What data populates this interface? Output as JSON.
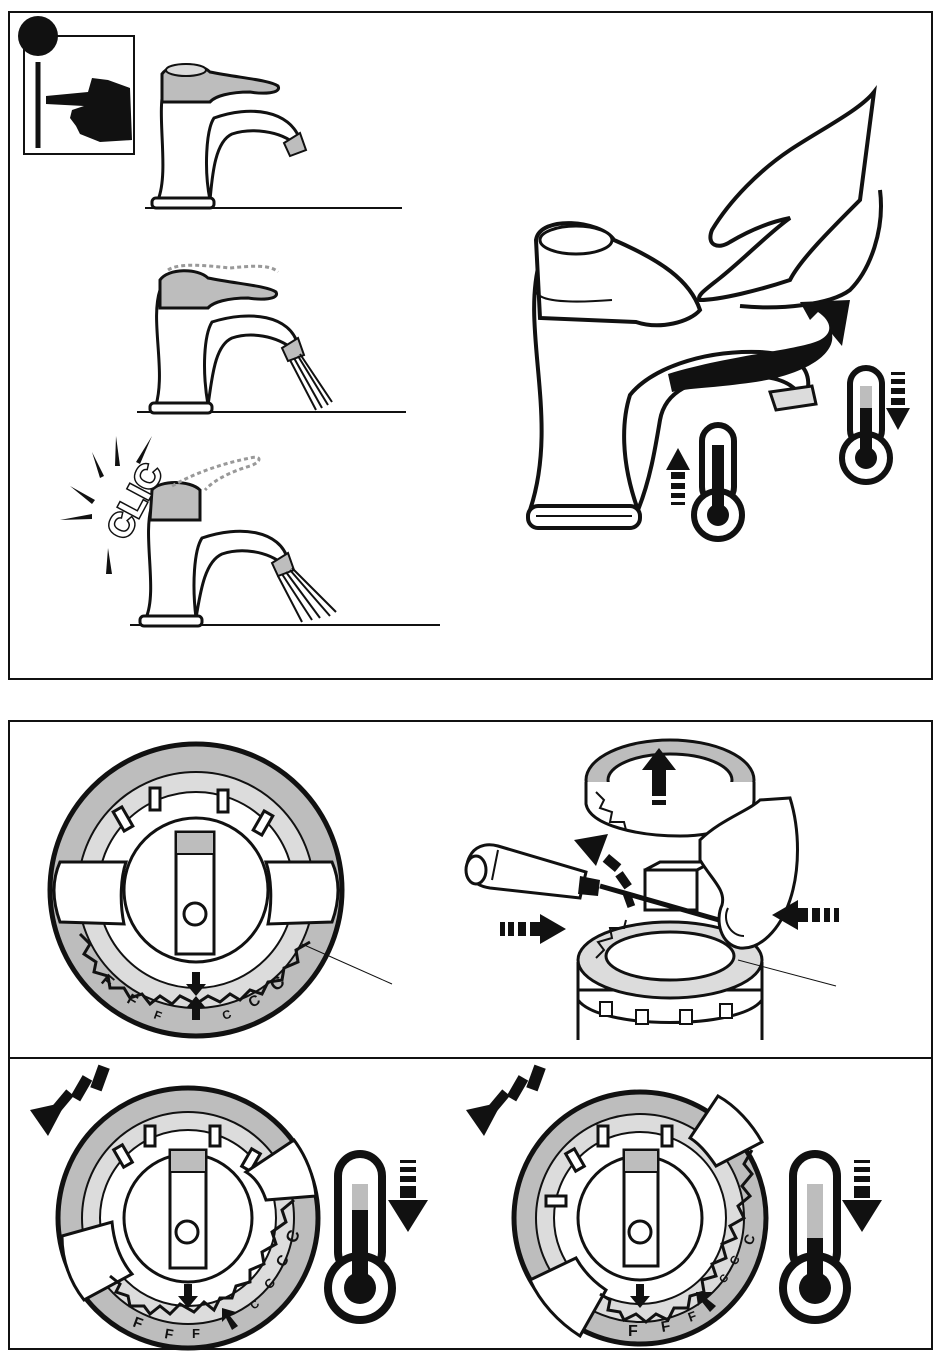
{
  "panel_top": {
    "clic_text": "CLIC"
  },
  "dial_labels": {
    "cold": "F",
    "hot": "C"
  },
  "colors": {
    "stroke": "#111111",
    "gray": "#bdbdbd",
    "light_gray": "#dcdcdc",
    "white": "#ffffff"
  }
}
